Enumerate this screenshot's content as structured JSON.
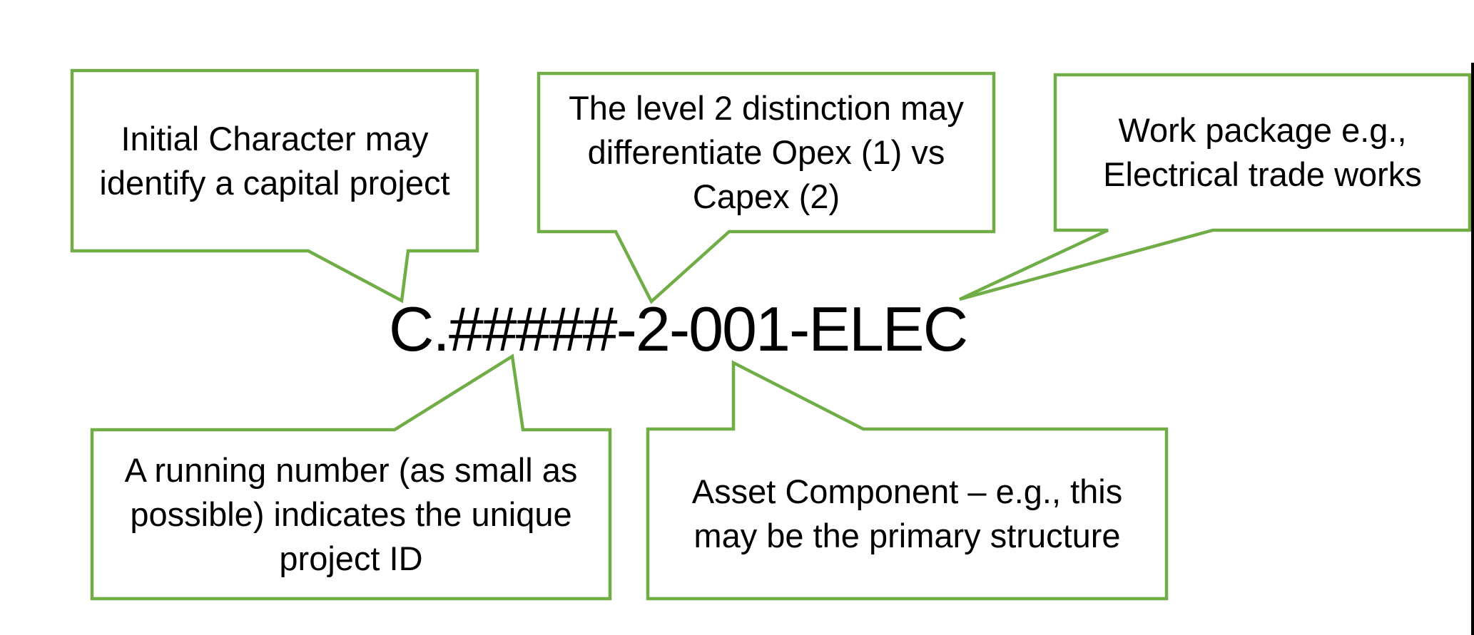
{
  "code": {
    "value": "C.#####-2-001-ELEC"
  },
  "callouts": {
    "initial_character": {
      "lines": [
        "Initial Character may",
        "identify a capital project"
      ],
      "points_to": "C"
    },
    "level2": {
      "lines": [
        "The level 2 distinction may",
        "differentiate Opex (1) vs",
        "Capex (2)"
      ],
      "points_to": "2"
    },
    "work_package": {
      "lines": [
        "Work package e.g.,",
        "Electrical trade works"
      ],
      "points_to": "ELEC"
    },
    "running_number": {
      "lines": [
        "A running number (as small as",
        "possible) indicates the unique",
        "project ID"
      ],
      "points_to": "#####"
    },
    "asset_component": {
      "lines": [
        "Asset Component – e.g., this",
        "may be the primary structure"
      ],
      "points_to": "001"
    }
  },
  "colors": {
    "callout_border": "#70AD47",
    "text": "#000000",
    "background": "#FFFFFF",
    "edge_line": "#000000"
  }
}
